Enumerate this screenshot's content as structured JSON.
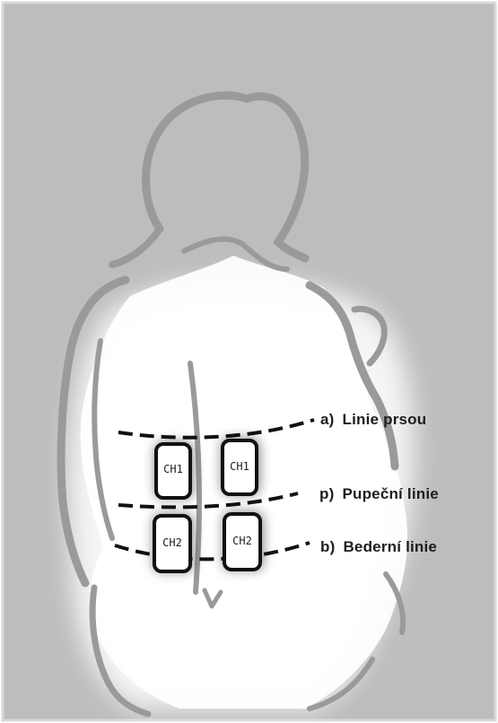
{
  "lines": [
    {
      "marker": "a)",
      "name": "Linie prsou"
    },
    {
      "marker": "p)",
      "name": "Pupeční linie"
    },
    {
      "marker": "b)",
      "name": "Bederní linie"
    }
  ],
  "electrodes": {
    "upper_pair_label": "CH1",
    "lower_pair_label": "CH2"
  },
  "colors": {
    "background": "#bdbdbd",
    "body_fill": "#ffffff",
    "outline": "#9a9a9a",
    "electrode_stroke": "#111111",
    "text": "#1e1e1e"
  }
}
